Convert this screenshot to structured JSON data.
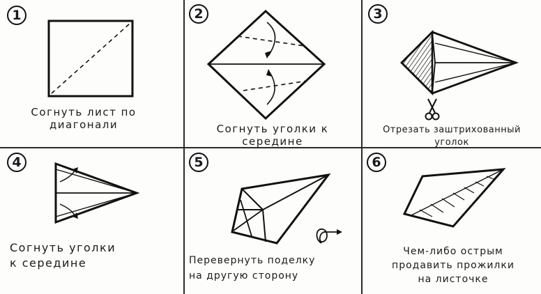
{
  "steps": [
    {
      "number": "1",
      "caption": "Согнуть лист  по\nдиагонали"
    },
    {
      "number": "2",
      "caption": "Согнуть уголки к\nсередине"
    },
    {
      "number": "3",
      "caption": "Отрезать заштрихованный\nуголок"
    },
    {
      "number": "4",
      "caption": "Согнуть уголки\nк  середине"
    },
    {
      "number": "5",
      "caption": "Перевернуть поделку\nна другую сторону"
    },
    {
      "number": "6",
      "caption": "Чем-либо острым\nпродавить прожилки\nна  листочке"
    }
  ],
  "icons": {
    "scissors": "scissors-icon",
    "flip": "flip-arrow-icon"
  }
}
